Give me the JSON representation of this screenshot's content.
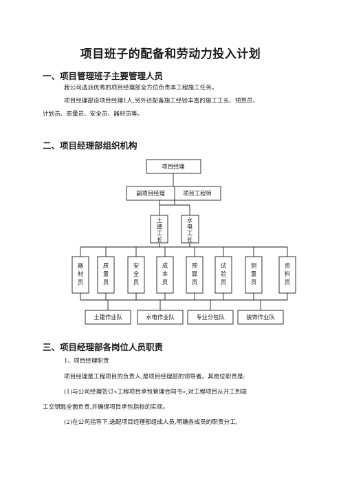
{
  "document": {
    "title": "项目班子的配备和劳动力投入计划",
    "section1": {
      "heading": "一、项目管理班子主要管理人员",
      "para1": "我公司选派优秀的项目经理部全方位负责本工程施工任务。",
      "para2_line1": "项目经理部设项目经理1人,另外还配备施工经验丰富的施工工长、预算员、",
      "para2_line2": "计划员、质量员、安全员、器材员等。"
    },
    "section2": {
      "heading": "二、项目经理部组织机构"
    },
    "section3": {
      "heading": "三、项目经理部各岗位人员职责",
      "sub1": "1、项目经理职责",
      "para1": "项目经理是工程项目的负责人,是项目经理部的领导者。其岗位职责是:",
      "item1_line1": "(1)与公司经理签订«工程项目承包管理合同书»,对工程项目从开工到竣",
      "item1_line2": "工交钥匙全面负责,并确保项目承包指标的实现。",
      "item2_line1": "(2)在公司指导下,选配项目经理部组成人员,明确各成员的职责分工,"
    }
  },
  "org_chart": {
    "top": "项目经理",
    "second": [
      "副项目经理",
      "项目工程师"
    ],
    "foremen": [
      "土建工长",
      "水电工长"
    ],
    "staff": [
      "器材员",
      "质量员",
      "安全员",
      "成本员",
      "预算员",
      "试验员",
      "测量员",
      "资料员"
    ],
    "teams": [
      "土建作业队",
      "水电作业队",
      "专业分包队",
      "装饰作业队"
    ]
  }
}
